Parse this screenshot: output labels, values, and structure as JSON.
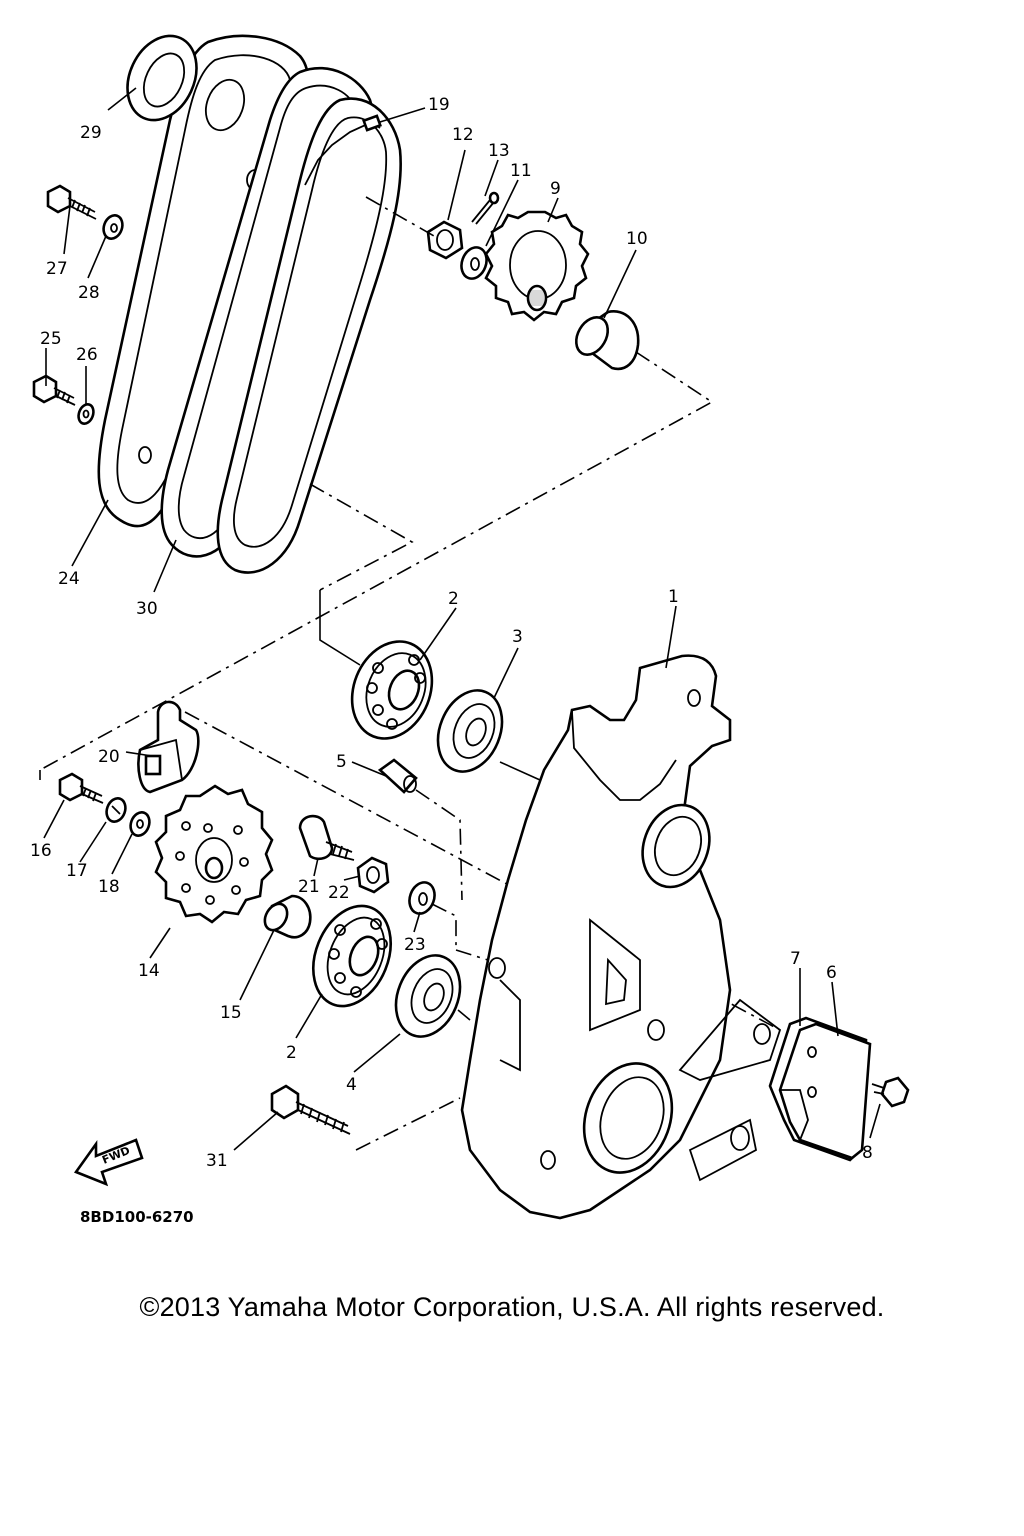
{
  "diagram": {
    "drawing_code": "8BD100-6270",
    "fwd_arrow_label": "FWD",
    "callouts": [
      {
        "id": "c1",
        "label": "1"
      },
      {
        "id": "c2a",
        "label": "2"
      },
      {
        "id": "c2b",
        "label": "2"
      },
      {
        "id": "c3",
        "label": "3"
      },
      {
        "id": "c4",
        "label": "4"
      },
      {
        "id": "c5",
        "label": "5"
      },
      {
        "id": "c6",
        "label": "6"
      },
      {
        "id": "c7",
        "label": "7"
      },
      {
        "id": "c8",
        "label": "8"
      },
      {
        "id": "c9",
        "label": "9"
      },
      {
        "id": "c10",
        "label": "10"
      },
      {
        "id": "c11",
        "label": "11"
      },
      {
        "id": "c12",
        "label": "12"
      },
      {
        "id": "c13",
        "label": "13"
      },
      {
        "id": "c14",
        "label": "14"
      },
      {
        "id": "c15",
        "label": "15"
      },
      {
        "id": "c16",
        "label": "16"
      },
      {
        "id": "c17",
        "label": "17"
      },
      {
        "id": "c18",
        "label": "18"
      },
      {
        "id": "c19",
        "label": "19"
      },
      {
        "id": "c20",
        "label": "20"
      },
      {
        "id": "c21",
        "label": "21"
      },
      {
        "id": "c22",
        "label": "22"
      },
      {
        "id": "c23",
        "label": "23"
      },
      {
        "id": "c24",
        "label": "24"
      },
      {
        "id": "c25",
        "label": "25"
      },
      {
        "id": "c26",
        "label": "26"
      },
      {
        "id": "c27",
        "label": "27"
      },
      {
        "id": "c28",
        "label": "28"
      },
      {
        "id": "c29",
        "label": "29"
      },
      {
        "id": "c30",
        "label": "30"
      },
      {
        "id": "c31",
        "label": "31"
      }
    ]
  },
  "footer": {
    "copyright": "©2013 Yamaha Motor Corporation, U.S.A. All rights reserved."
  }
}
